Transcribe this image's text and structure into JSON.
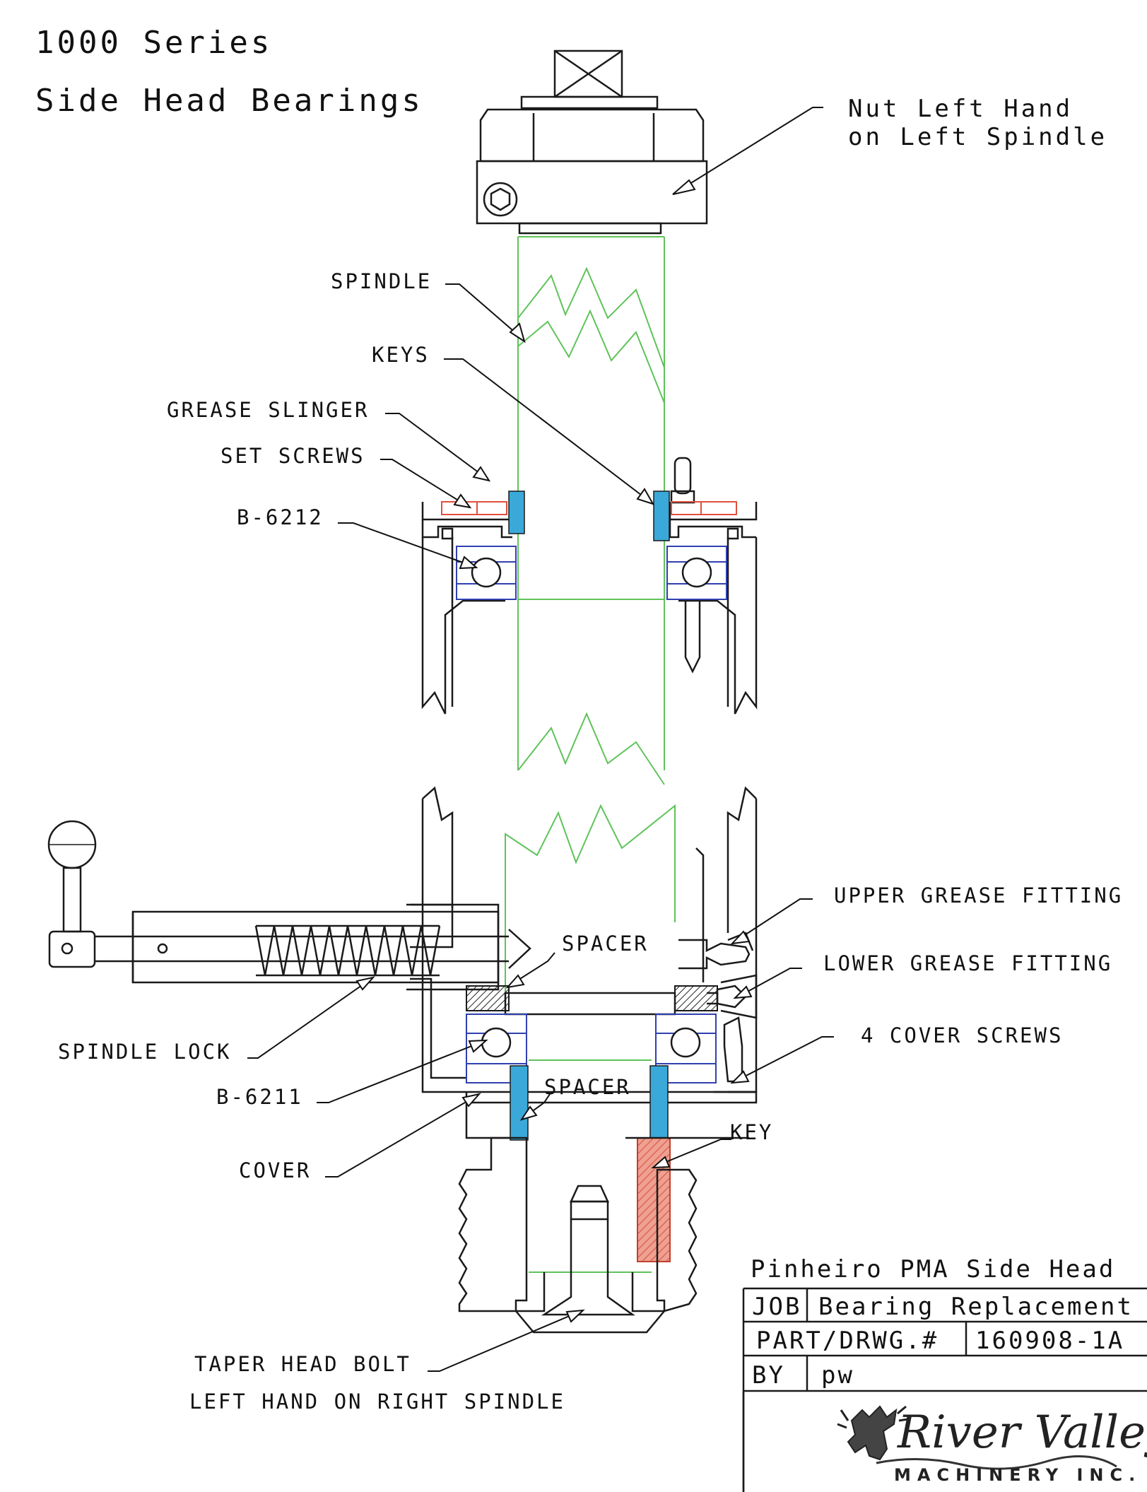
{
  "title": {
    "line1": "1000 Series",
    "line2": "Side Head Bearings"
  },
  "callouts": {
    "nut_line1": "Nut Left Hand",
    "nut_line2": "on Left Spindle",
    "spindle": "SPINDLE",
    "keys": "KEYS",
    "grease_slinger": "GREASE SLINGER",
    "set_screws": "SET SCREWS",
    "bearing_upper": "B-6212",
    "upper_grease_fitting": "UPPER GREASE FITTING",
    "lower_grease_fitting": "LOWER GREASE FITTING",
    "cover_screws": "4 COVER SCREWS",
    "spacer_upper": "SPACER",
    "spacer_lower": "SPACER",
    "spindle_lock": "SPINDLE LOCK",
    "bearing_lower": "B-6211",
    "cover": "COVER",
    "key": "KEY",
    "taper_bolt_line1": "TAPER HEAD BOLT",
    "taper_bolt_line2": "LEFT HAND ON RIGHT SPINDLE"
  },
  "title_block": {
    "heading": "Pinheiro PMA Side Head",
    "job_label": "JOB",
    "job_value": "Bearing Replacement",
    "part_label": "PART/DRWG.#",
    "part_value": "160908-1A",
    "by_label": "BY",
    "by_value": "pw"
  },
  "logo": {
    "name": "River Valley",
    "subtitle": "MACHINERY INC.",
    "icon": "moose-icon"
  },
  "colors": {
    "line": "#1a1a1a",
    "spindle": "#5fc35a",
    "bearing": "#3040b0",
    "spacer_fill": "#3aa9d9",
    "set_screw": "#e0503c",
    "key_fill": "#e8705e"
  }
}
